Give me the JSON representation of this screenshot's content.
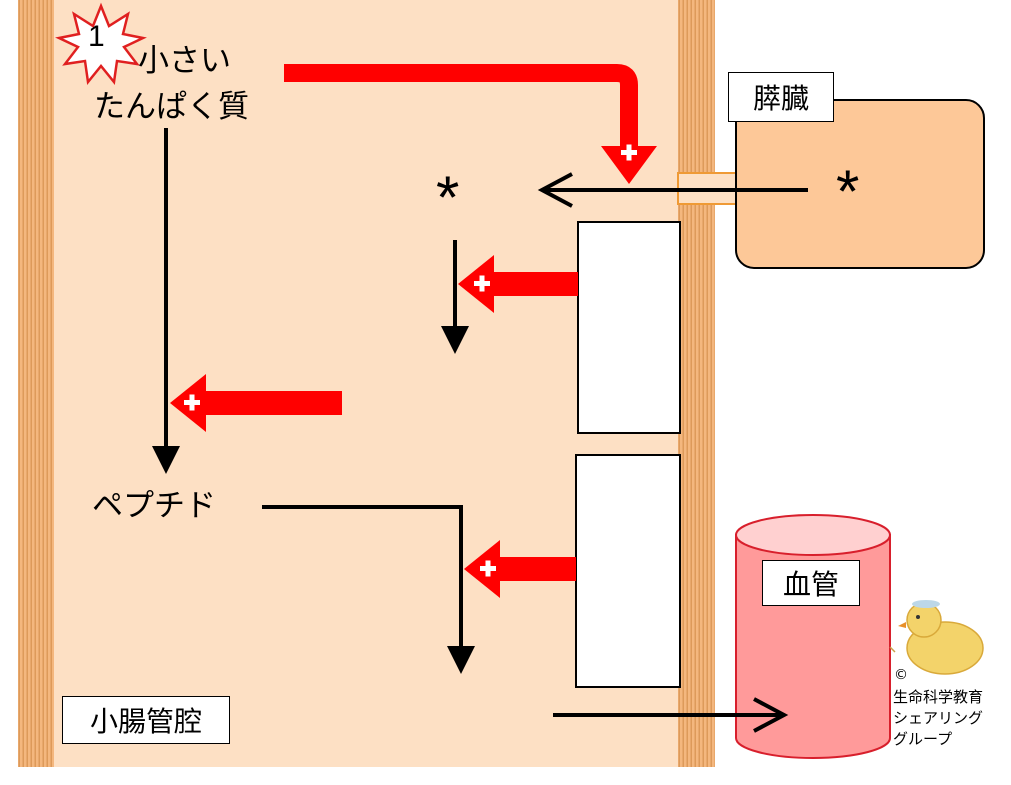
{
  "labels": {
    "step_number": "1",
    "small_protein_line1": "小さい",
    "small_protein_line2": "たんぱく質",
    "peptide": "ペプチド",
    "pancreas": "膵臓",
    "blood_vessel": "血管",
    "lumen": "小腸管腔",
    "enzyme_marker_left": "*",
    "enzyme_marker_pancreas": "*",
    "plus_sign": "+"
  },
  "credit": {
    "symbol": "©",
    "line1": "生命科学教育",
    "line2": "シェアリング",
    "line3": "グループ"
  },
  "colors": {
    "lumen_fill": "#fde0c4",
    "wall_fill": "#f4b77e",
    "wall_stripe": "#dd9a5a",
    "pancreas_fill": "#fdc898",
    "vessel_fill": "#ff9a9a",
    "vessel_top": "#ffd0d0",
    "vessel_stroke": "#d81f2c",
    "red_arrow": "#ff0000",
    "black_arrow": "#000000",
    "starburst": "#e02020"
  }
}
